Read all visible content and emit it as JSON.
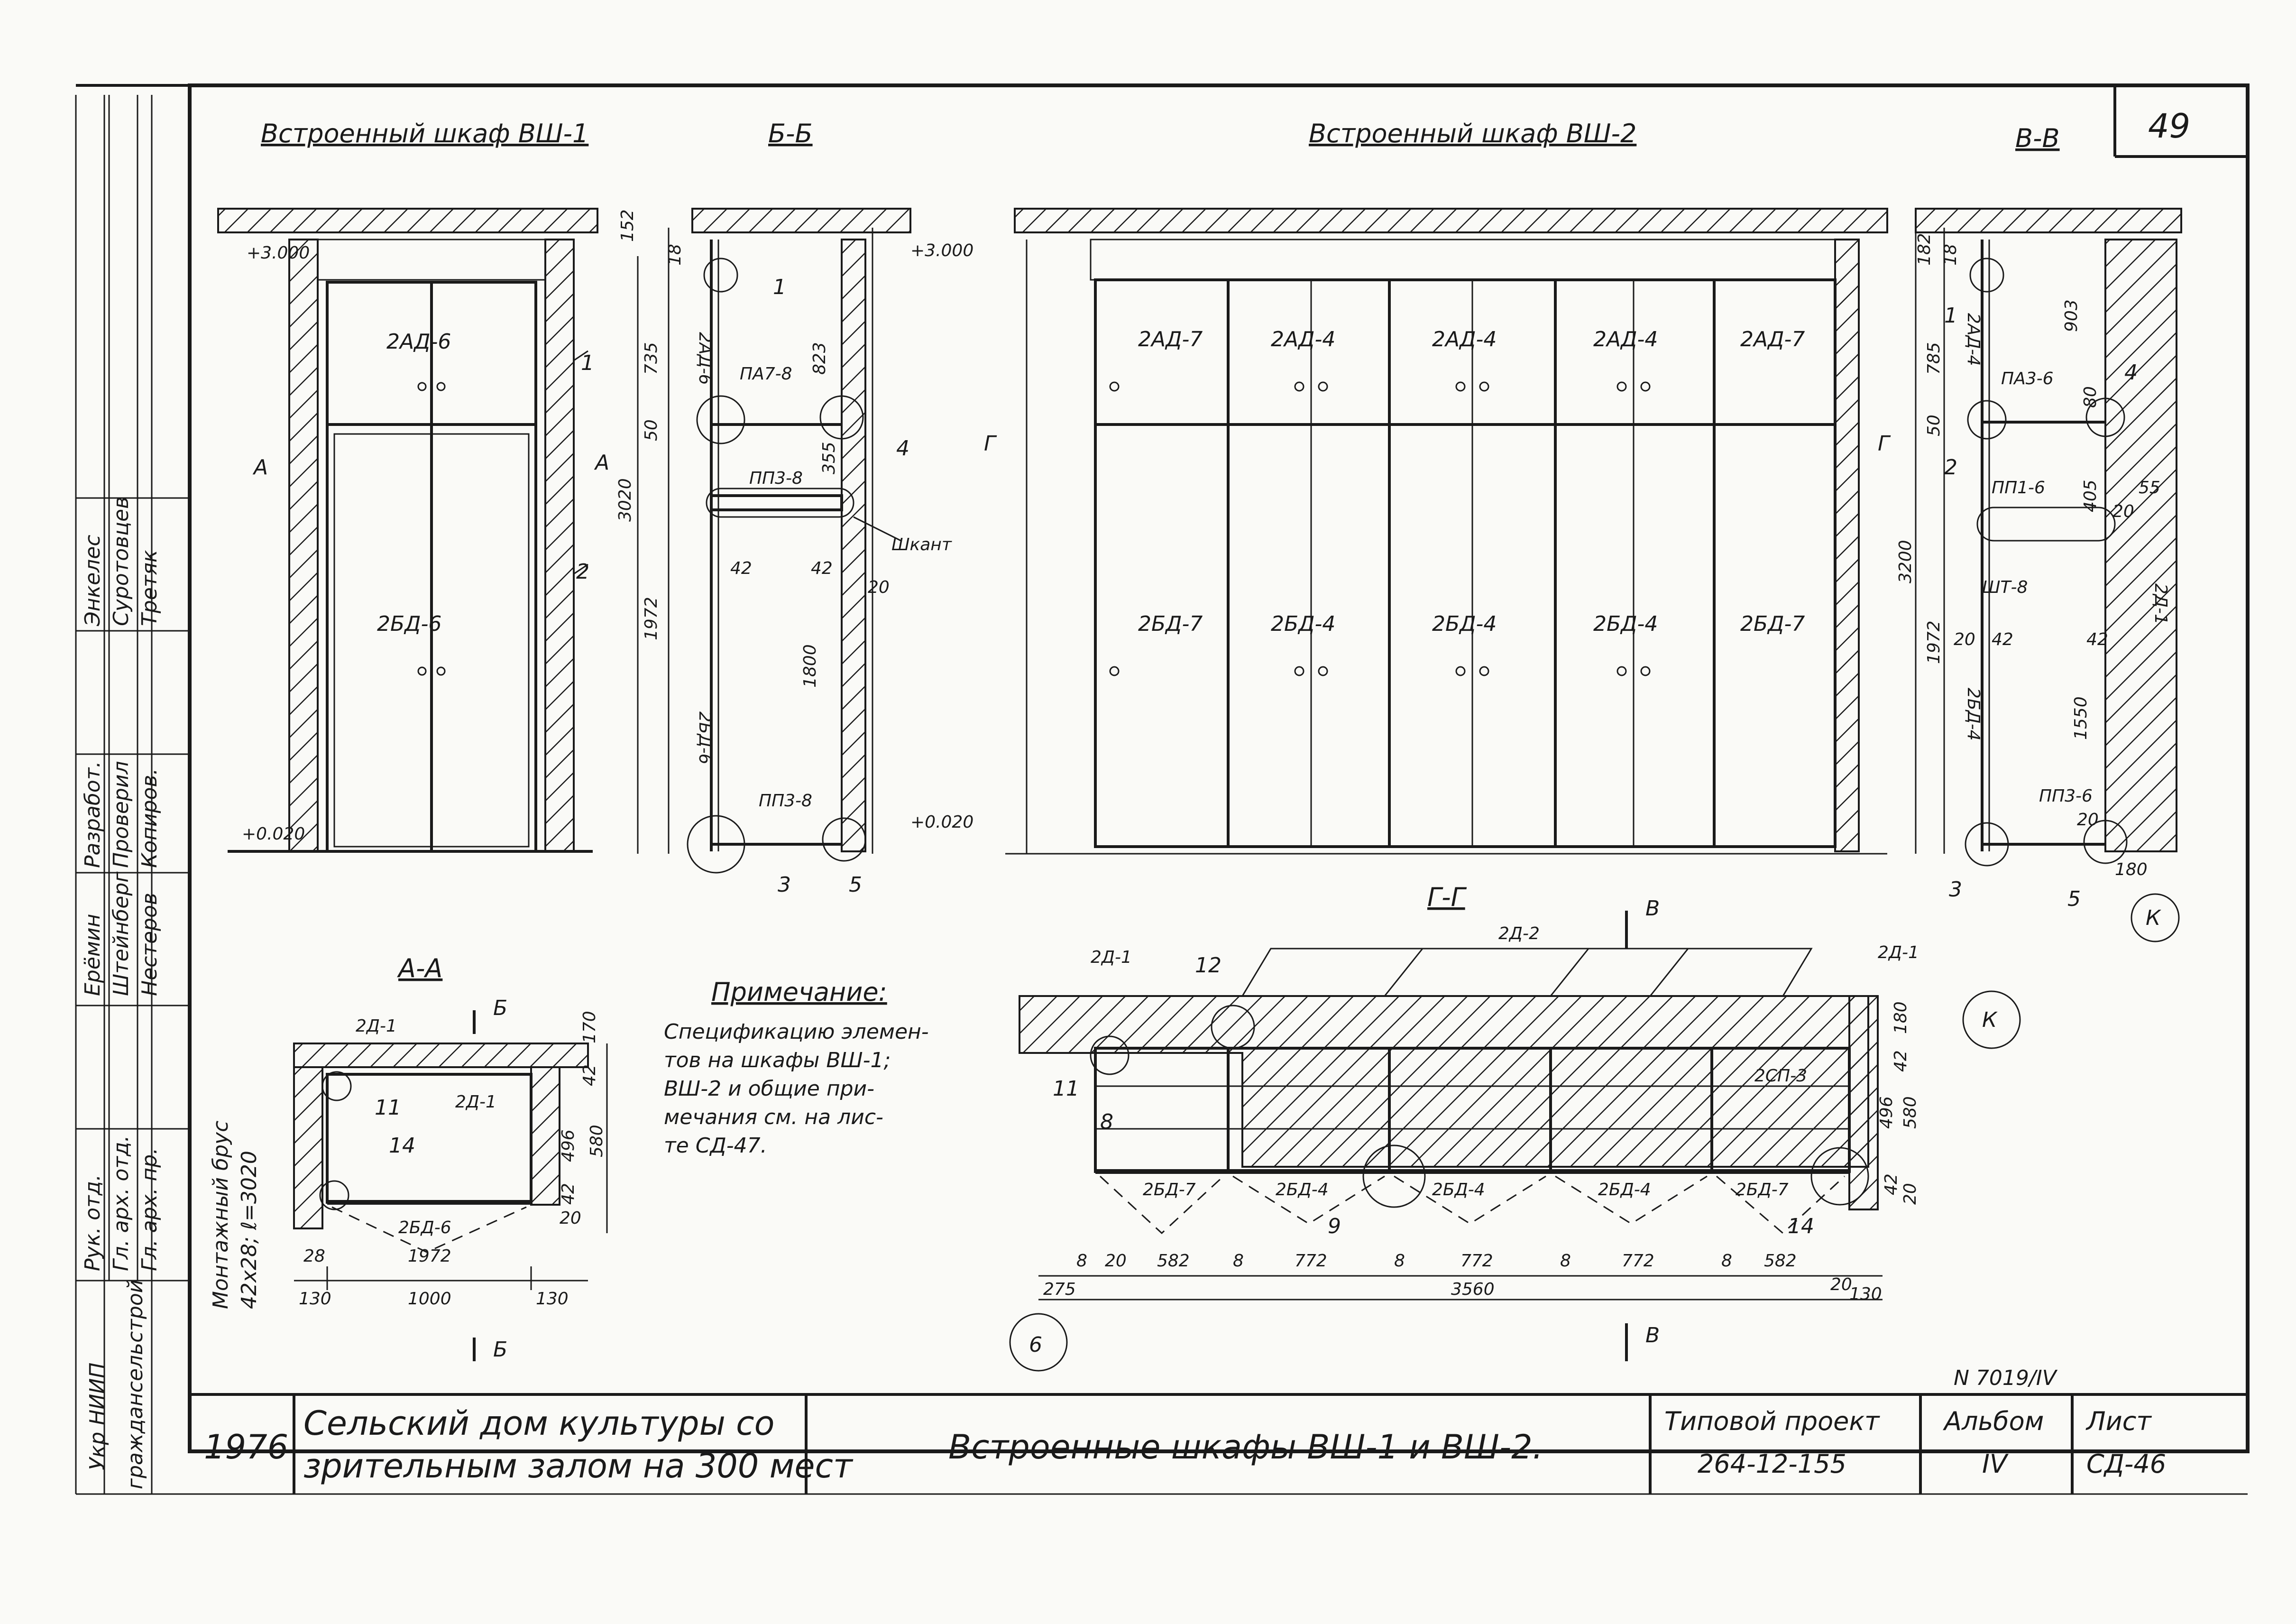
{
  "sheet": {
    "sheet_number": "49",
    "inventory_number": "N 7019/IV",
    "year": "1976",
    "object_line1": "Сельский дом культуры со",
    "object_line2": "зрительным залом на 300 мест",
    "drawing_title": "Встроенные шкафы ВШ-1 и ВШ-2.",
    "project_label": "Типовой проект",
    "project_number": "264-12-155",
    "album_label": "Альбом",
    "album_value": "IV",
    "sheet_label": "Лист",
    "sheet_value": "СД-46"
  },
  "side_stamp": {
    "org_line1": "Укр НИИП",
    "org_line2": "граждансельстрой",
    "roles": [
      "Рук. отд.",
      "Гл. арх. отд.",
      "Гл. арх. пр.",
      "Разработ.",
      "Проверил",
      "Копиров."
    ],
    "names": [
      "Ерёмин",
      "Штейнберг",
      "Нестеров",
      "Энкелес",
      "Суротовцев",
      "Третяк"
    ]
  },
  "views": {
    "vsh1_title": "Встроенный шкаф ВШ-1",
    "bb_title": "Б-Б",
    "vsh2_title": "Встроенный шкаф ВШ-2",
    "vv_title": "В-В",
    "aa_title": "А-А",
    "gg_title": "Г-Г"
  },
  "vsh1": {
    "upper_door": "2АД-6",
    "lower_door": "2БД-6",
    "level_top": "+3.000",
    "level_bottom": "+0.020",
    "section_a": "А",
    "mark_1": "1",
    "mark_2": "2"
  },
  "bb": {
    "dims_left": [
      "152",
      "735",
      "50",
      "1972",
      "3020"
    ],
    "dims_right": [
      "18",
      "823",
      "355",
      "1800",
      "42",
      "42",
      "20"
    ],
    "labels": [
      "2АД-6",
      "ПА7-8",
      "ПП3-8",
      "Шкант",
      "2БД-6",
      "ПП3-8"
    ],
    "callouts": [
      "1",
      "4",
      "3",
      "5"
    ],
    "level_top": "+3.000",
    "level_bottom": "+0.020",
    "section_a": "А"
  },
  "vsh2": {
    "upper_doors": [
      "2АД-7",
      "2АД-4",
      "2АД-4",
      "2АД-4",
      "2АД-7"
    ],
    "lower_doors": [
      "2БД-7",
      "2БД-4",
      "2БД-4",
      "2БД-4",
      "2БД-7"
    ],
    "section_g": "Г"
  },
  "vv": {
    "dims": [
      "182",
      "18",
      "785",
      "50",
      "3200",
      "1972",
      "903",
      "80",
      "405",
      "1550",
      "20",
      "42",
      "42",
      "20",
      "55",
      "20",
      "180"
    ],
    "labels": [
      "2АД-4",
      "ПА3-6",
      "ПП1-6",
      "ШТ-8",
      "2БД-4",
      "ПП3-6",
      "2Д-1"
    ],
    "callouts": [
      "1",
      "2",
      "3",
      "4",
      "5",
      "К"
    ],
    "section_g": "Г"
  },
  "aa": {
    "labels": [
      "2Д-1",
      "2Д-1",
      "2БД-6"
    ],
    "callouts": [
      "11",
      "14"
    ],
    "dims": [
      "28",
      "1972",
      "130",
      "1000",
      "130",
      "170",
      "42",
      "496",
      "580",
      "42",
      "20"
    ],
    "section_b": "Б",
    "brace_note": "Монтажный брус",
    "brace_size": "42х28; ℓ=3020"
  },
  "note": {
    "heading": "Примечание:",
    "lines": [
      "Спецификацию элемен-",
      "тов на шкафы ВШ-1;",
      "ВШ-2 и общие при-",
      "мечания см. на лис-",
      "те СД-47."
    ]
  },
  "gg": {
    "labels": [
      "2Д-1",
      "2Д-2",
      "2Д-1",
      "2СП-3",
      "2БД-7",
      "2БД-4",
      "2БД-4",
      "2БД-4",
      "2БД-7"
    ],
    "callouts": [
      "12",
      "11",
      "8",
      "9",
      "14",
      "К",
      "6"
    ],
    "dims_bottom": [
      "8",
      "20",
      "582",
      "8",
      "772",
      "8",
      "772",
      "8",
      "772",
      "8",
      "582",
      "20"
    ],
    "dims_overall": [
      "275",
      "3560",
      "130"
    ],
    "dims_right": [
      "180",
      "42",
      "496",
      "580",
      "42",
      "20"
    ],
    "section_v": "В"
  }
}
